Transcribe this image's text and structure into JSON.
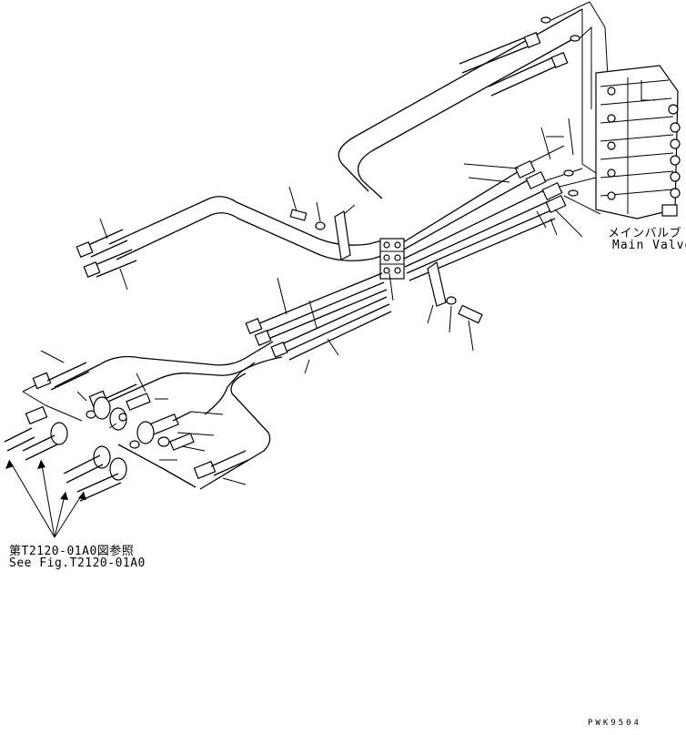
{
  "labels": {
    "main_valve_jp": "メインバルブ",
    "main_valve_en": "Main Valve",
    "ref_jp": "第T2120-01A0図参照",
    "ref_en": "See Fig.T2120-01A0",
    "drawing_code": "PWK9504"
  }
}
